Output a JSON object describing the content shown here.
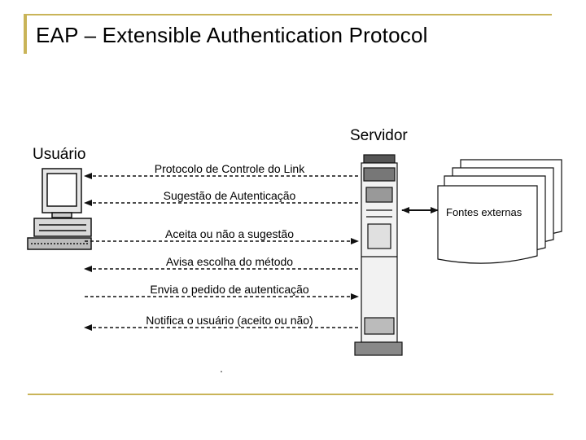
{
  "slide": {
    "title": "EAP – Extensible Authentication Protocol"
  },
  "diagram": {
    "client_label": "Usuário",
    "server_label": "Servidor",
    "external_label": "Fontes externas",
    "messages": [
      {
        "text": "Protocolo de Controle do Link",
        "direction": "to-client"
      },
      {
        "text": "Sugestão de Autenticação",
        "direction": "to-client"
      },
      {
        "text": "Aceita ou não a sugestão",
        "direction": "to-server"
      },
      {
        "text": "Avisa escolha do método",
        "direction": "to-client"
      },
      {
        "text": "Envia o pedido de autenticação",
        "direction": "to-server"
      },
      {
        "text": "Notifica o usuário (aceito ou não)",
        "direction": "to-client"
      }
    ]
  }
}
